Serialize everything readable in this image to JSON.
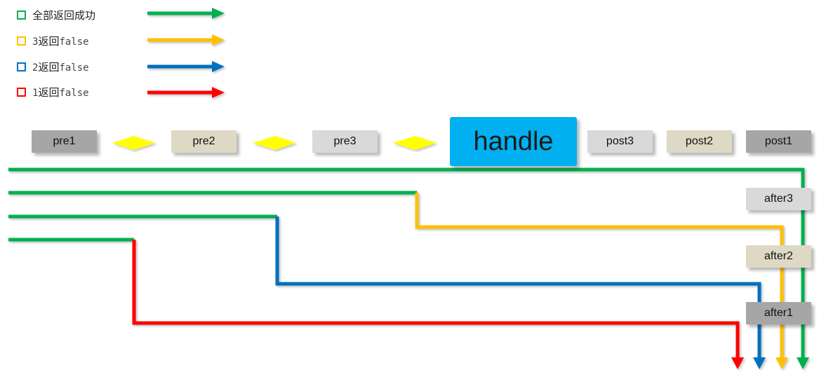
{
  "legend": [
    {
      "text": "全部返回成功",
      "color": "#00b050"
    },
    {
      "prefix": "3",
      "text": "返回",
      "code": "false",
      "color": "#ffc000"
    },
    {
      "prefix": "2",
      "text": "返回",
      "code": "false",
      "color": "#0070c0"
    },
    {
      "prefix": "1",
      "text": "返回",
      "code": "false",
      "color": "#ff0000"
    }
  ],
  "interceptors": {
    "pre1": "pre1",
    "pre2": "pre2",
    "pre3": "pre3",
    "handle": "handle",
    "post3": "post3",
    "post2": "post2",
    "post1": "post1",
    "after3": "after3",
    "after2": "after2",
    "after1": "after1"
  },
  "colors": {
    "green": "#00b050",
    "yellow": "#ffc000",
    "blue": "#0070c0",
    "red": "#ff0000",
    "diamond": "#ffff00",
    "handle": "#00b0f0",
    "gray_dark": "#a6a6a6",
    "gray_light": "#d9d9d9",
    "tan": "#ddd9c4"
  }
}
